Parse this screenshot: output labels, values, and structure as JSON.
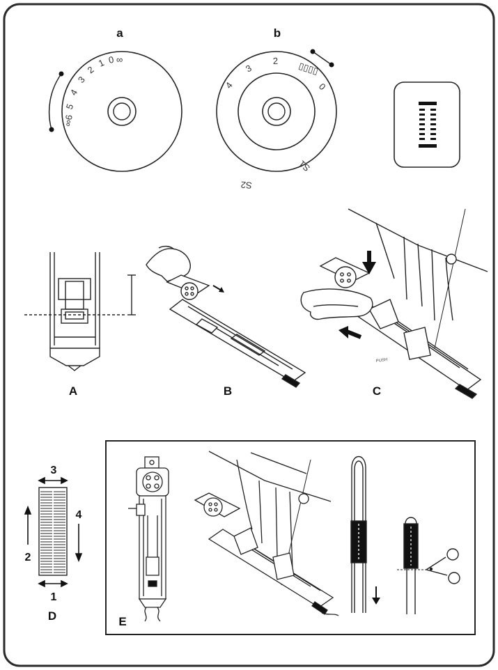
{
  "dial_a": {
    "label": "a",
    "numbers": [
      "∞6",
      "5",
      "4",
      "3",
      "2",
      "1",
      "0",
      "∞"
    ]
  },
  "dial_b": {
    "label": "b",
    "numbers": [
      "4",
      "3",
      "2",
      "▯▯▯▯",
      "0",
      "S1",
      "S2"
    ]
  },
  "figures": {
    "A": "A",
    "B": "B",
    "C": "C",
    "D": "D",
    "E": "E"
  },
  "stitch_order": {
    "top": "3",
    "right": "4",
    "left": "2",
    "bottom": "1"
  },
  "c_small_text": "PUSH",
  "colors": {
    "outline": "#222222",
    "frame": "#2a2a2a",
    "fill": "#ffffff"
  }
}
